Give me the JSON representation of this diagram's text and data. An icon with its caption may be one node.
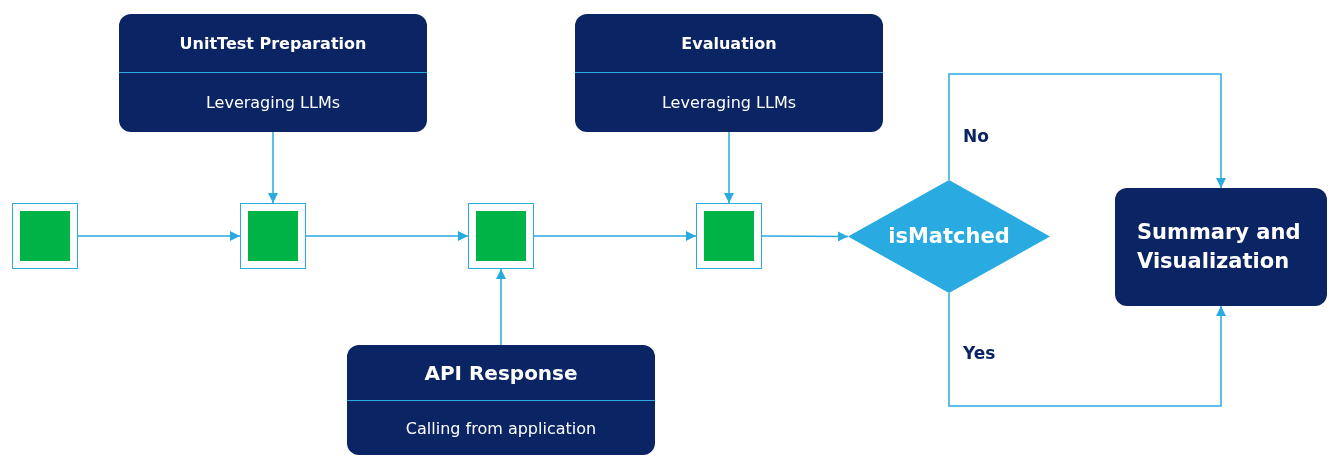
{
  "diagram": {
    "nodes": [
      {
        "text": [
          "UnitTest Preparation",
          "Leveraging LLMs"
        ]
      },
      {
        "text": [
          "Evaluation",
          "Leveraging LLMs"
        ]
      },
      {
        "text": [],
        "shape": "box"
      },
      {
        "text": [],
        "shape": "box"
      },
      {
        "text": [],
        "shape": "box"
      },
      {
        "text": [],
        "shape": "box"
      },
      {
        "text": [
          "API Response",
          "Calling from application"
        ]
      },
      {
        "text": [
          "isMatched"
        ]
      },
      {
        "text": [
          "Summary and Visualization"
        ]
      }
    ],
    "edges": [
      {
        "from": 2,
        "to": 3,
        "arrow": "to"
      },
      {
        "from": 3,
        "to": 4,
        "arrow": "to"
      },
      {
        "from": 4,
        "to": 5,
        "arrow": "to"
      },
      {
        "from": 5,
        "to": 7,
        "arrow": "to"
      },
      {
        "from": 0,
        "to": 3,
        "arrow": "to"
      },
      {
        "from": 1,
        "to": 5,
        "arrow": "to"
      },
      {
        "from": 6,
        "to": 4,
        "arrow": "to"
      },
      {
        "from": 7,
        "to": 8,
        "arrow": "to",
        "label": "No"
      },
      {
        "from": 7,
        "to": 8,
        "arrow": "to",
        "label": "Yes"
      }
    ]
  }
}
